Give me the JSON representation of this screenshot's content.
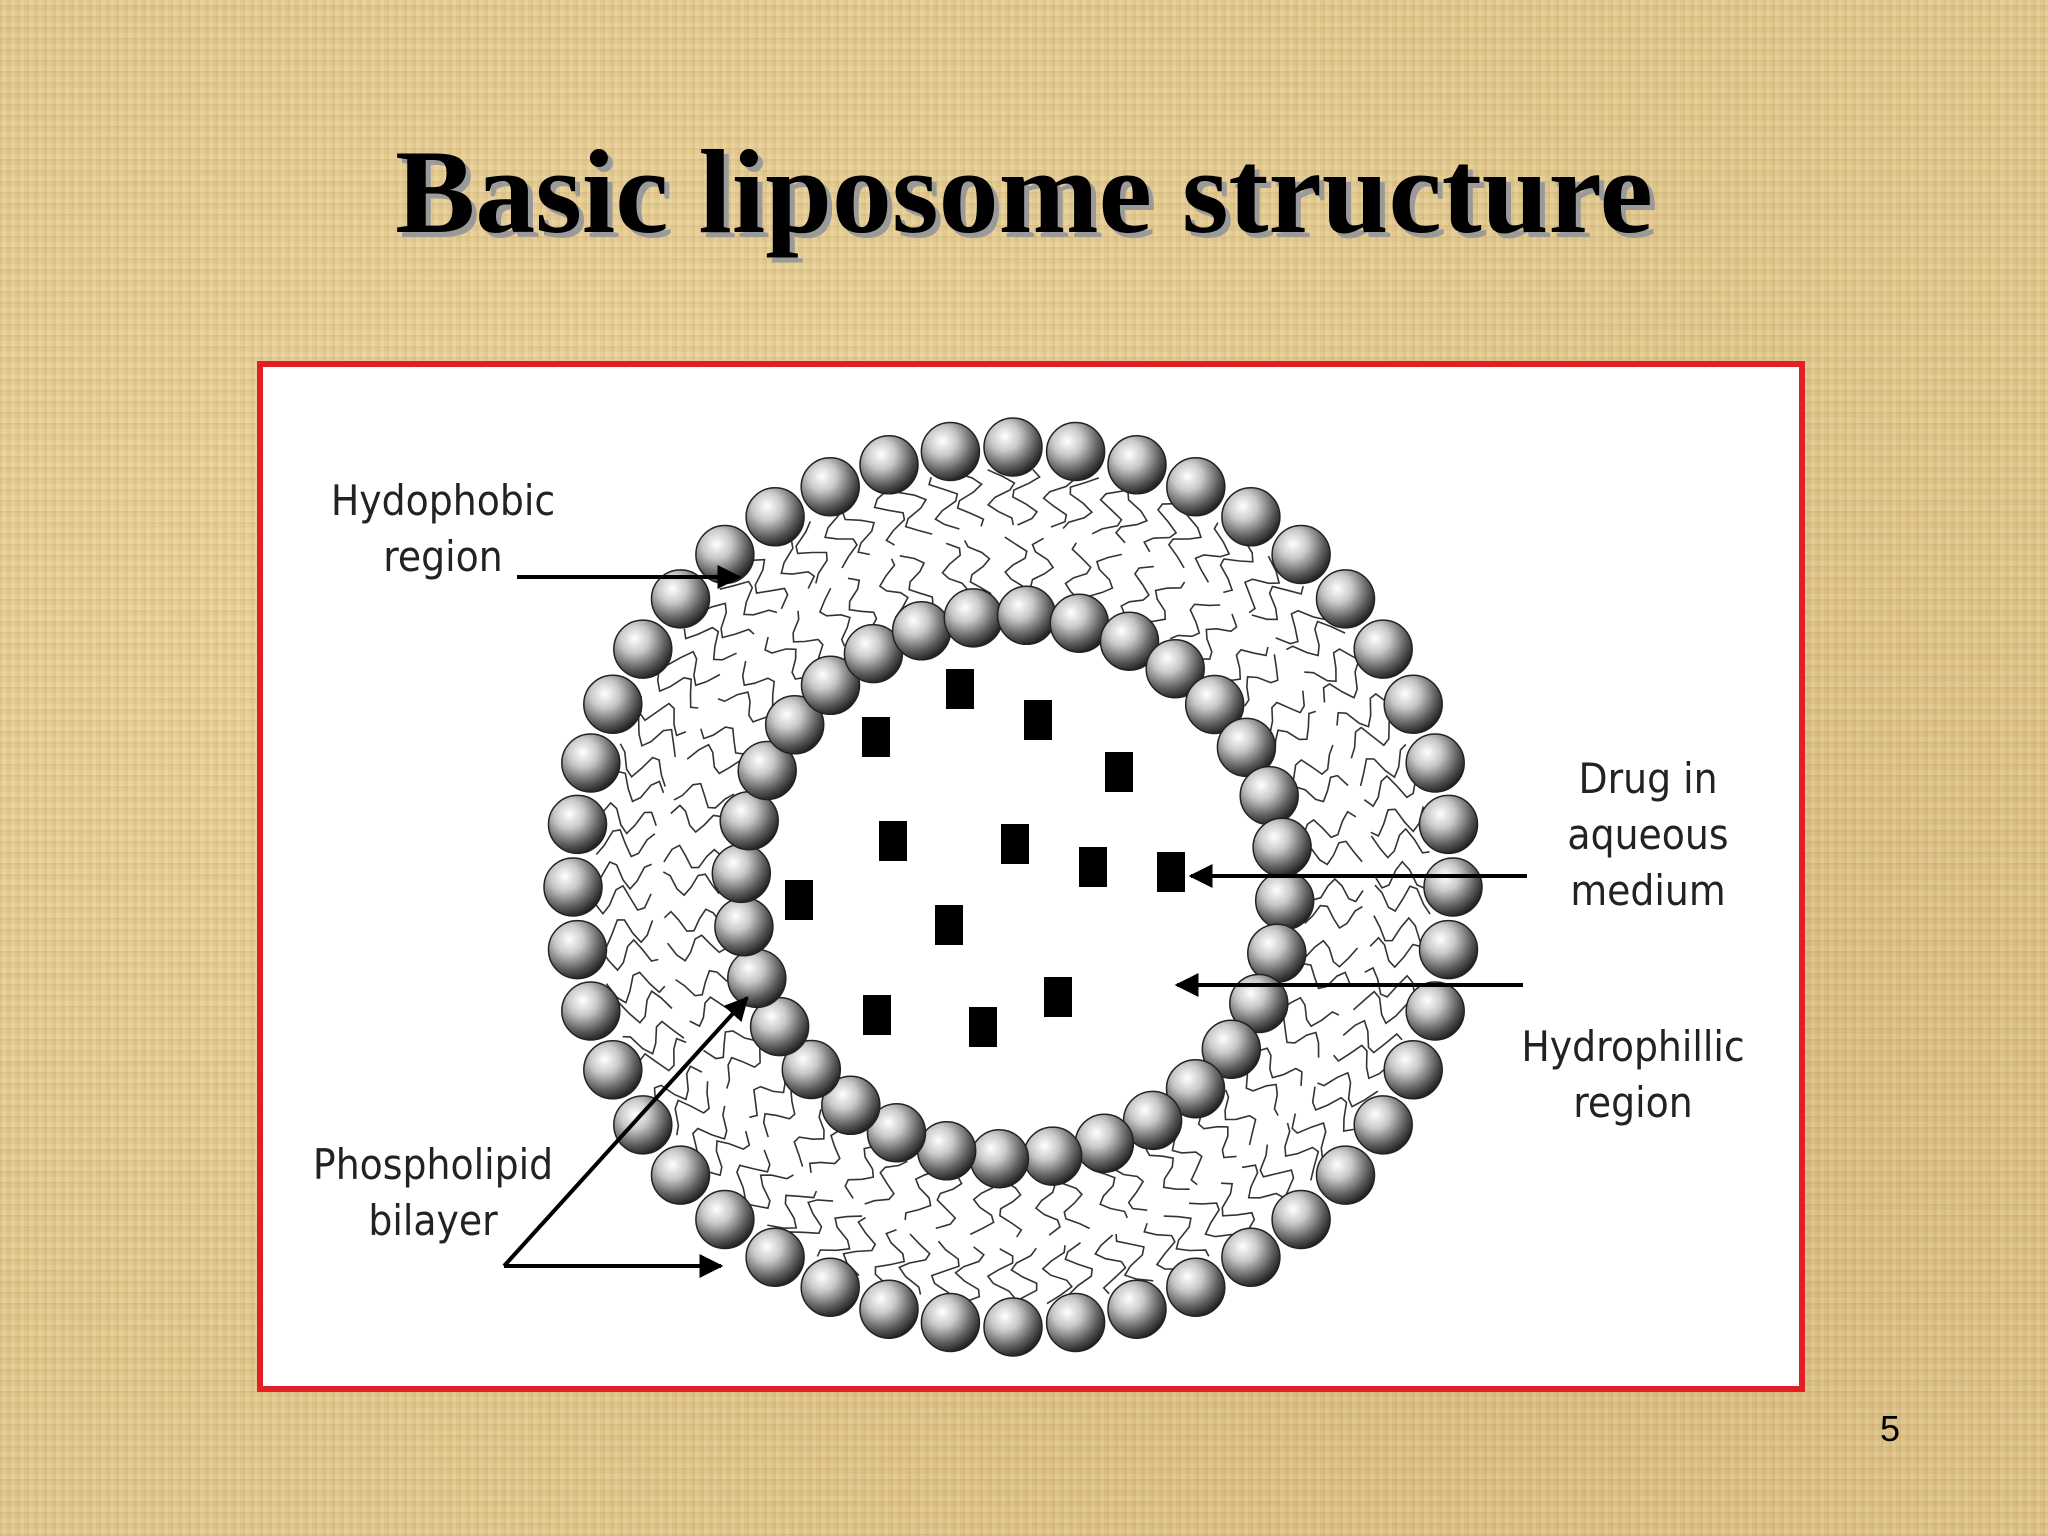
{
  "slide": {
    "title": "Basic liposome structure",
    "page_number": "5"
  },
  "diagram": {
    "frame_color": "#e21e26",
    "labels": {
      "hydrophobic": [
        "Hydophobic",
        "region"
      ],
      "drug": [
        "Drug in",
        "aqueous",
        "medium"
      ],
      "hydrophilic": [
        "Hydrophillic",
        "region"
      ],
      "bilayer": [
        "Phospholipid",
        "bilayer"
      ]
    }
  }
}
